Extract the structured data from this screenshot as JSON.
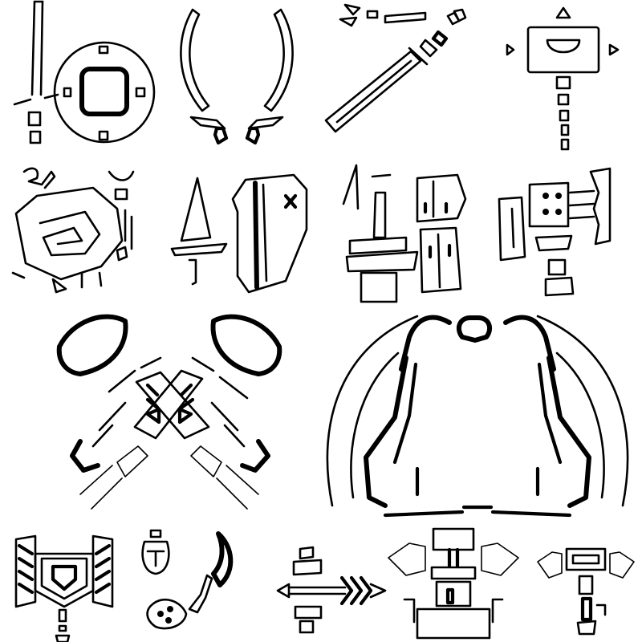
{
  "sheet": {
    "background": "#ffffff",
    "ink": "#000000",
    "style": "hand-drawn line-art weapon icon sheet"
  },
  "icons": [
    {
      "id": "great-sword",
      "icon": "great-sword-icon"
    },
    {
      "id": "long-sword",
      "icon": "long-sword-icon"
    },
    {
      "id": "sword-and-shield",
      "icon": "sword-and-shield-icon"
    },
    {
      "id": "dual-blades",
      "icon": "dual-blades-icon"
    },
    {
      "id": "hammer",
      "icon": "hammer-icon"
    },
    {
      "id": "hunting-horn",
      "icon": "hunting-horn-icon"
    },
    {
      "id": "lance",
      "icon": "lance-icon"
    },
    {
      "id": "gunlance",
      "icon": "gunlance-icon"
    },
    {
      "id": "switch-axe",
      "icon": "switch-axe-icon"
    },
    {
      "id": "charge-blade",
      "icon": "charge-blade-icon"
    },
    {
      "id": "crossed-blades-emblem",
      "icon": "crossed-blades-emblem-icon"
    },
    {
      "id": "bow-emblem",
      "icon": "bow-emblem-icon"
    },
    {
      "id": "insect-glaive",
      "icon": "insect-glaive-icon"
    },
    {
      "id": "crest-shield",
      "icon": "crest-shield-icon"
    },
    {
      "id": "kinsect-sickle",
      "icon": "kinsect-sickle-icon"
    },
    {
      "id": "crossbow-bolt",
      "icon": "crossbow-bolt-icon"
    },
    {
      "id": "heavy-bowgun",
      "icon": "heavy-bowgun-icon"
    },
    {
      "id": "light-bowgun",
      "icon": "light-bowgun-icon"
    }
  ]
}
